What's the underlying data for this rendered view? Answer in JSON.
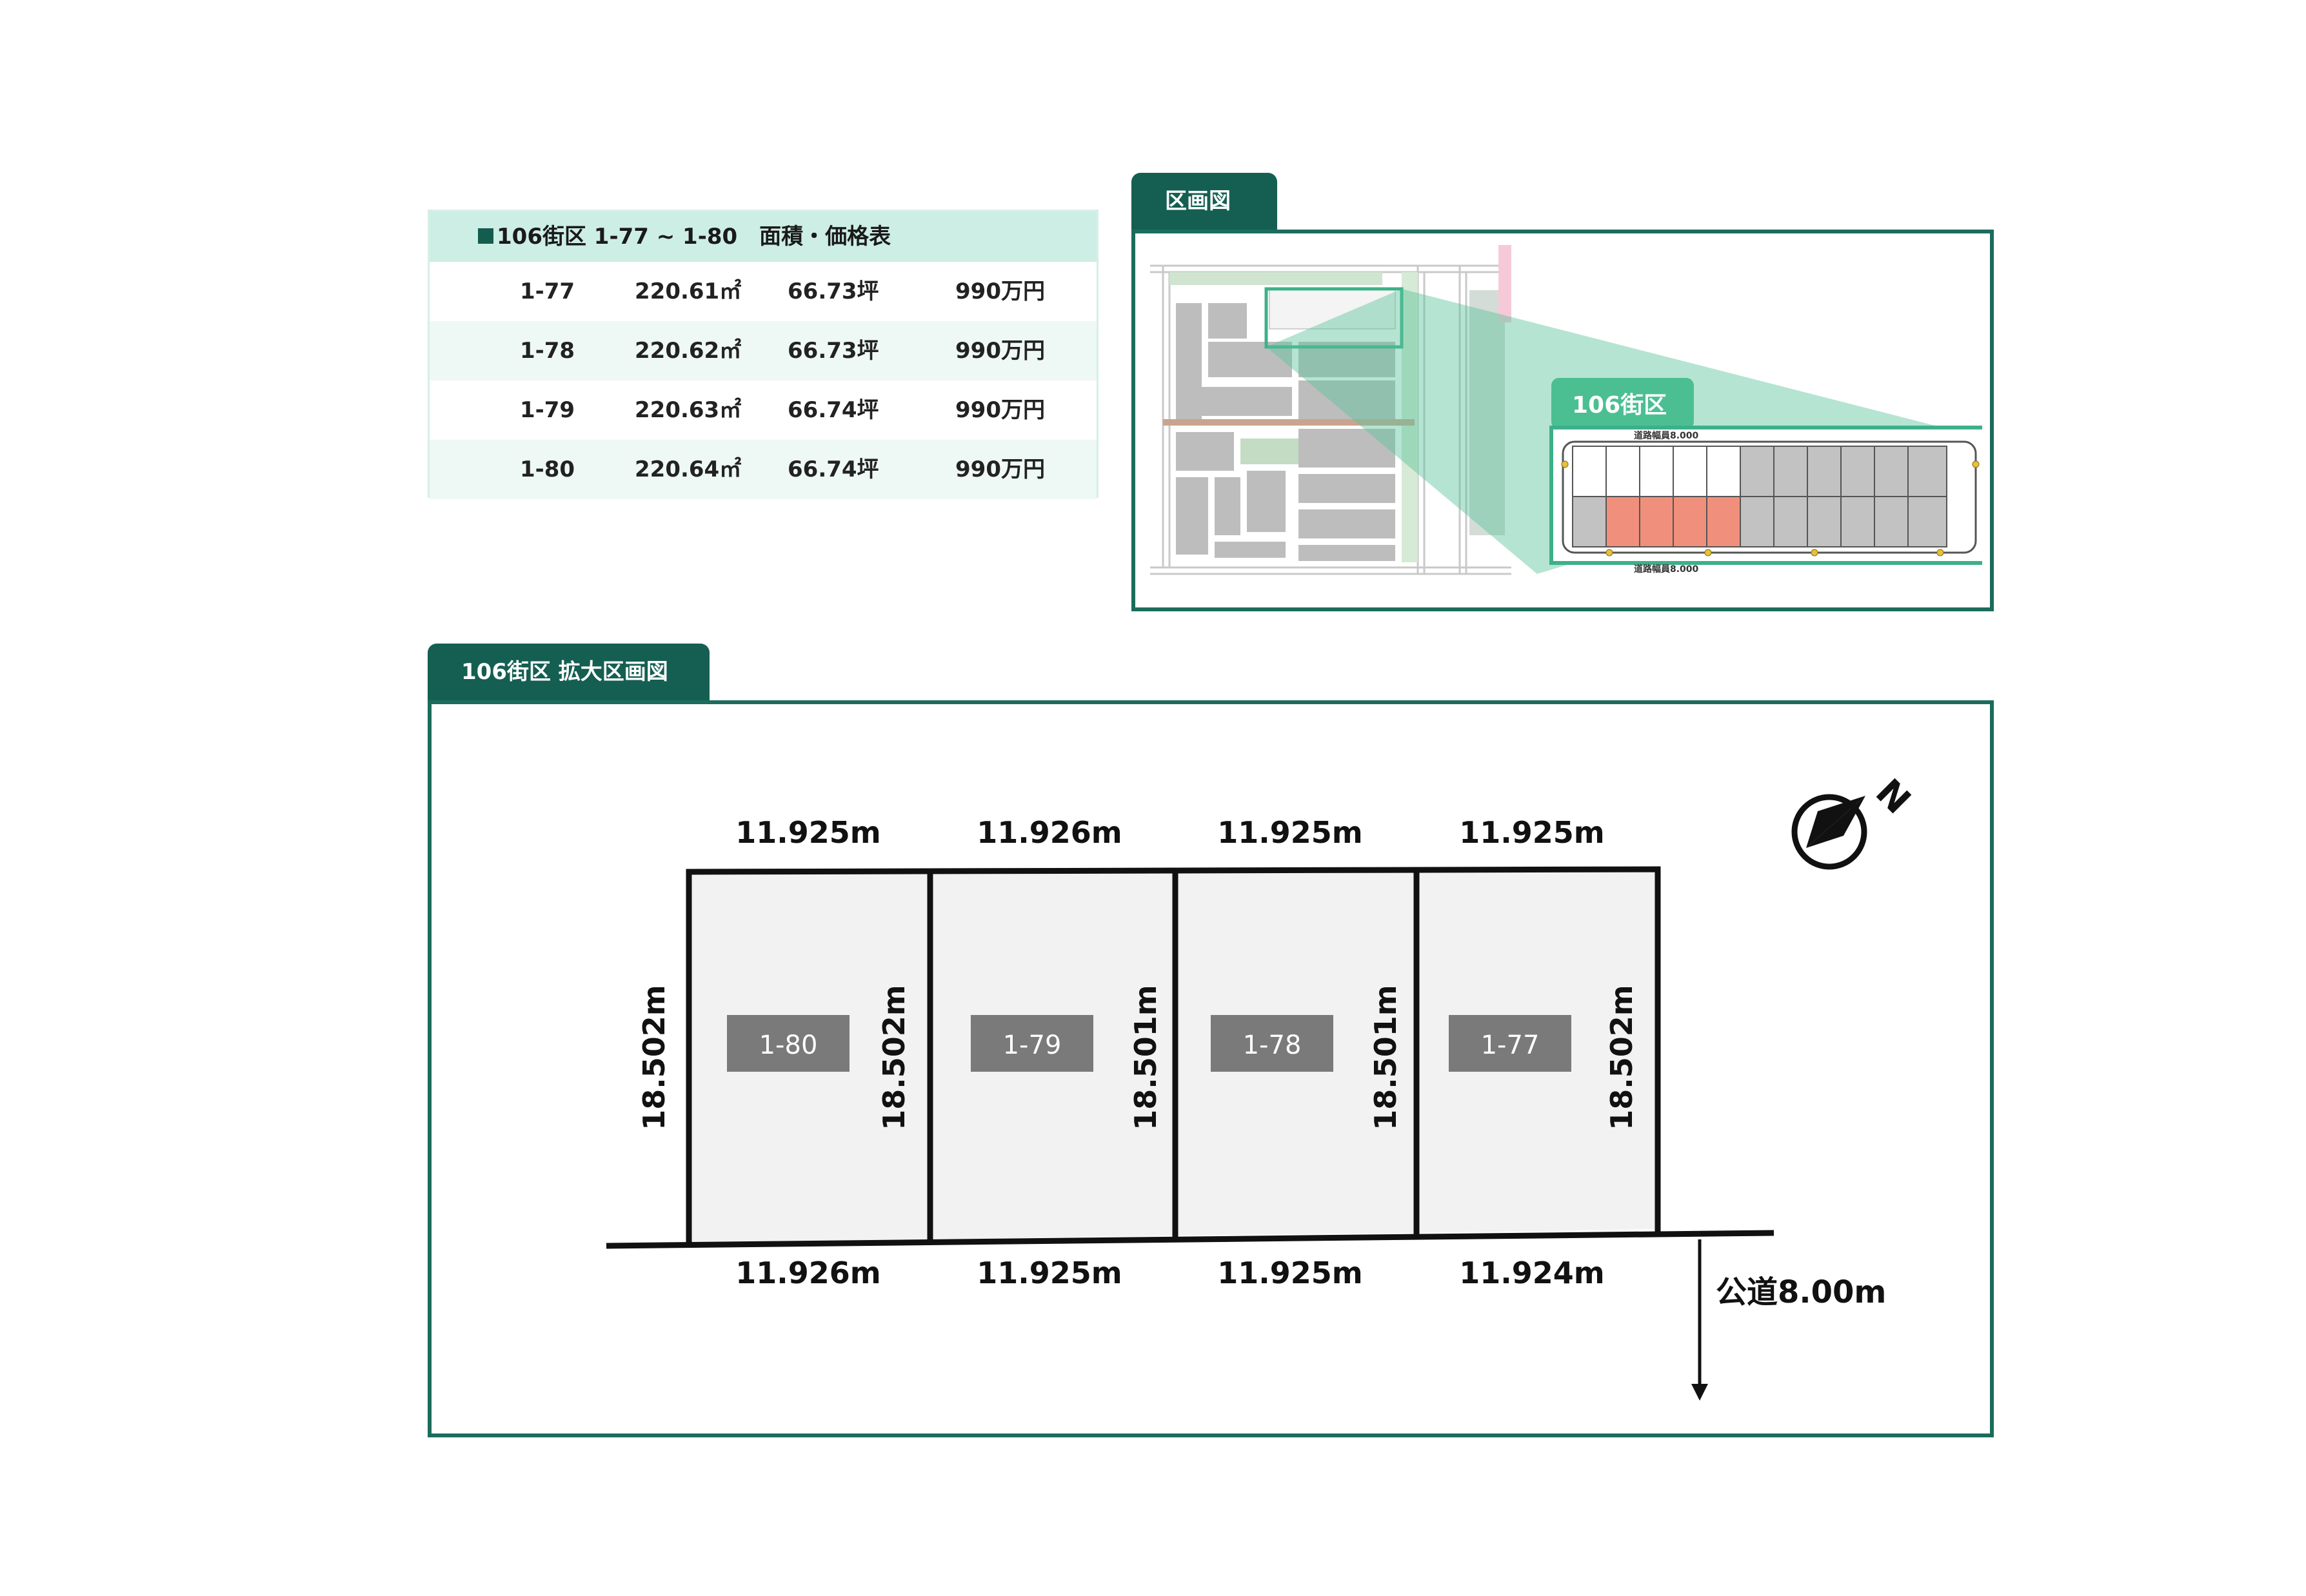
{
  "price_table": {
    "title": "106街区 1-77 ~ 1-80　面積・価格表",
    "rows": [
      {
        "lot": "1-77",
        "area": "220.61㎡",
        "tsubo": "66.73坪",
        "price": "990万円"
      },
      {
        "lot": "1-78",
        "area": "220.62㎡",
        "tsubo": "66.73坪",
        "price": "990万円"
      },
      {
        "lot": "1-79",
        "area": "220.63㎡",
        "tsubo": "66.74坪",
        "price": "990万円"
      },
      {
        "lot": "1-80",
        "area": "220.64㎡",
        "tsubo": "66.74坪",
        "price": "990万円"
      }
    ]
  },
  "key_map": {
    "tab_label": "区画図",
    "inset_label": "106街区",
    "road_width_label": "道路幅員8.000"
  },
  "plan": {
    "tab_label": "106街区 拡大区画図",
    "lots": [
      {
        "id": "1-80",
        "top": "11.925m",
        "bottom": "11.926m",
        "left": "18.502m"
      },
      {
        "id": "1-79",
        "top": "11.926m",
        "bottom": "11.925m",
        "left": "18.502m"
      },
      {
        "id": "1-78",
        "top": "11.925m",
        "bottom": "11.925m",
        "left": "18.501m"
      },
      {
        "id": "1-77",
        "top": "11.925m",
        "bottom": "11.924m",
        "left": "18.501m"
      }
    ],
    "right_edge": "18.502m",
    "road_label": "公道8.00m",
    "north_label": "N"
  },
  "colors": {
    "brand_green": "#155f52",
    "highlight_lot": "#f0907c",
    "lot_fill": "#f2f2f2",
    "lot_tag": "#7a7a7a"
  }
}
